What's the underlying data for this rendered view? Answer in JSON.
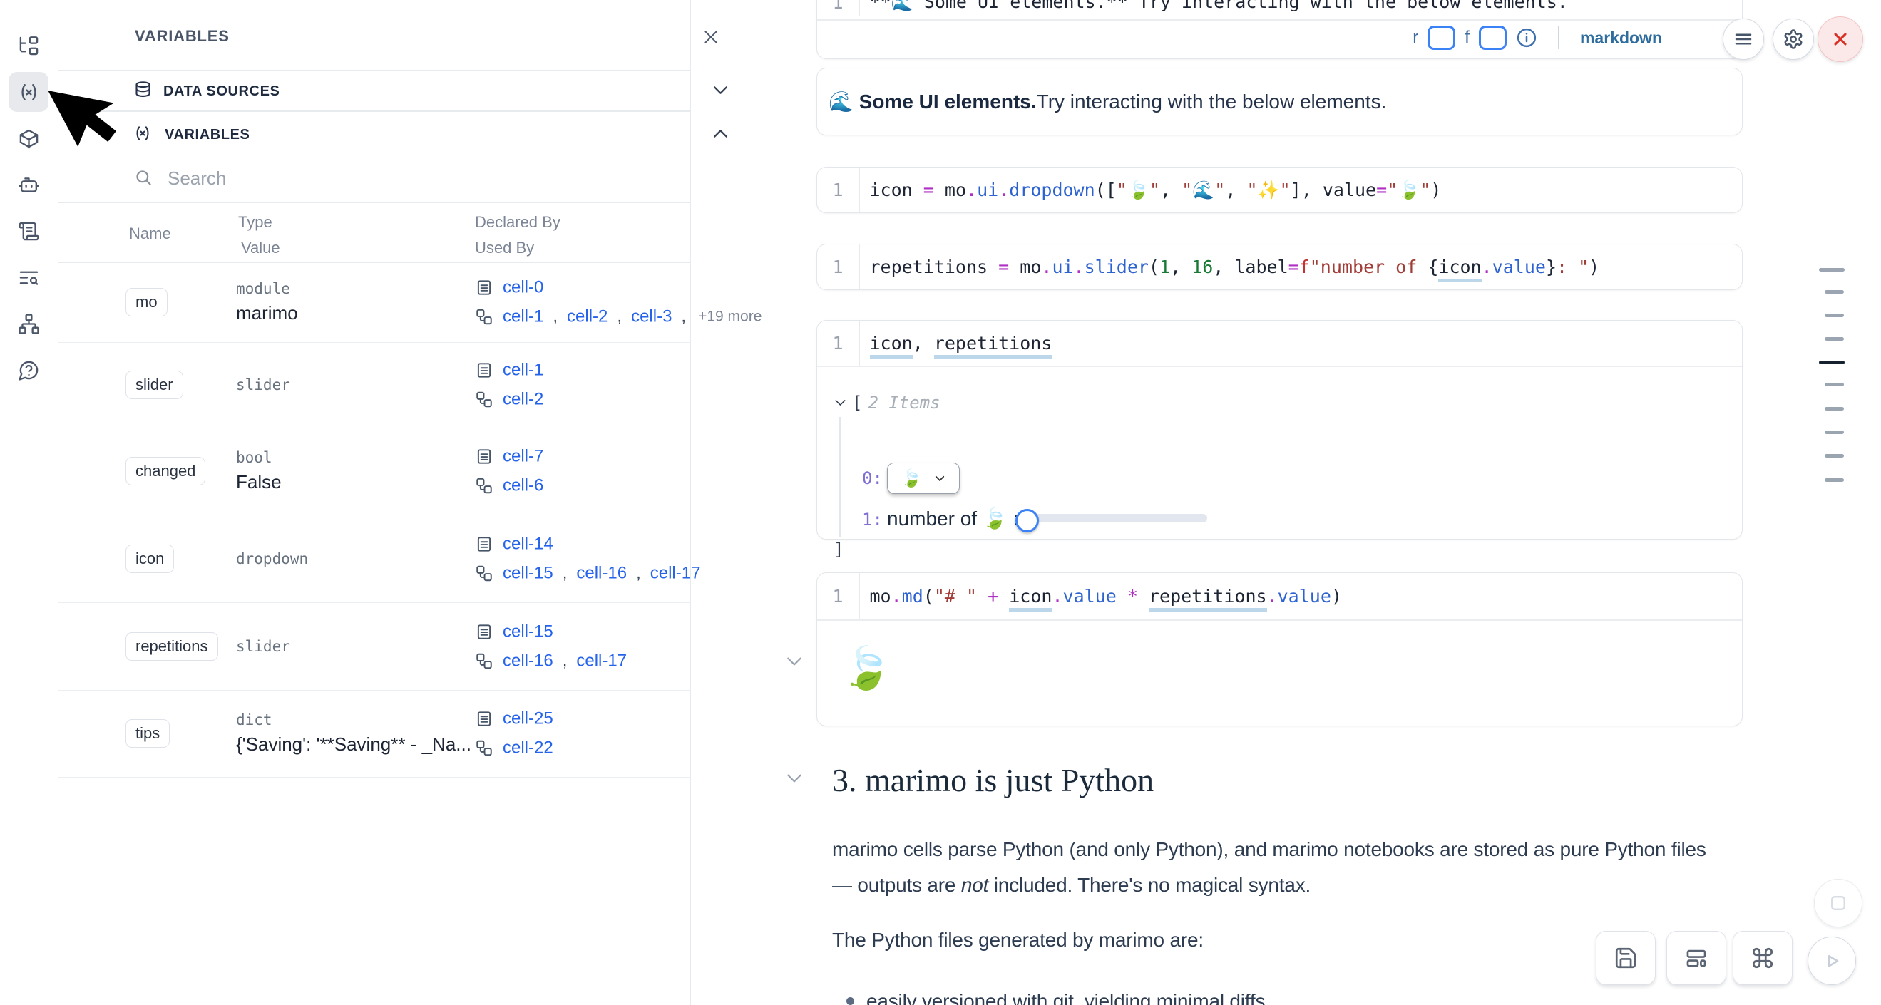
{
  "sidebar": {
    "items": [
      {
        "name": "file-explorer-icon"
      },
      {
        "name": "variables-icon",
        "active": true
      },
      {
        "name": "packages-icon"
      },
      {
        "name": "ai-assistant-icon"
      },
      {
        "name": "snippets-icon"
      },
      {
        "name": "outline-search-icon"
      },
      {
        "name": "dependency-graph-icon"
      },
      {
        "name": "help-icon"
      }
    ]
  },
  "panel": {
    "title": "VARIABLES",
    "sections": {
      "data_sources": "DATA SOURCES",
      "variables": "VARIABLES"
    },
    "search_placeholder": "Search",
    "table": {
      "col_name": "Name",
      "col_type": "Type",
      "col_value": "Value",
      "col_declared": "Declared By",
      "col_used": "Used By",
      "rows": [
        {
          "name": "mo",
          "type": "module",
          "value": "marimo",
          "declared": [
            "cell-0"
          ],
          "used": [
            "cell-1",
            "cell-2",
            "cell-3"
          ],
          "used_more": "+19 more"
        },
        {
          "name": "slider",
          "type": "slider",
          "value": "",
          "declared": [
            "cell-1"
          ],
          "used": [
            "cell-2"
          ],
          "used_more": ""
        },
        {
          "name": "changed",
          "type": "bool",
          "value": "False",
          "declared": [
            "cell-7"
          ],
          "used": [
            "cell-6"
          ],
          "used_more": ""
        },
        {
          "name": "icon",
          "type": "dropdown",
          "value": "",
          "declared": [
            "cell-14"
          ],
          "used": [
            "cell-15",
            "cell-16",
            "cell-17"
          ],
          "used_more": ""
        },
        {
          "name": "repetitions",
          "type": "slider",
          "value": "",
          "declared": [
            "cell-15"
          ],
          "used": [
            "cell-16",
            "cell-17"
          ],
          "used_more": ""
        },
        {
          "name": "tips",
          "type": "dict",
          "value": "{'Saving': '**Saving** - _Na...",
          "declared": [
            "cell-25"
          ],
          "used": [
            "cell-22"
          ],
          "used_more": ""
        }
      ]
    }
  },
  "notebook": {
    "top_cell": {
      "line_no": "1",
      "code": "**🌊 Some UI elements.** Try interacting with the below elements.",
      "config_r": "r",
      "config_f": "f",
      "language": "markdown"
    },
    "md_output": {
      "bold": "🌊 Some UI elements.",
      "rest": " Try interacting with the below elements."
    },
    "code_cells": [
      {
        "line_no": "1",
        "tokens": [
          [
            "icon",
            "d"
          ],
          [
            " ",
            "d"
          ],
          [
            "=",
            "o"
          ],
          [
            " ",
            "d"
          ],
          [
            "mo",
            "d"
          ],
          [
            ".",
            "o"
          ],
          [
            "ui",
            "p"
          ],
          [
            ".",
            "o"
          ],
          [
            "dropdown",
            "p"
          ],
          [
            "([",
            "d"
          ],
          [
            "\"🍃\"",
            "s"
          ],
          [
            ", ",
            "d"
          ],
          [
            "\"🌊\"",
            "s"
          ],
          [
            ", ",
            "d"
          ],
          [
            "\"✨\"",
            "s"
          ],
          [
            "], value",
            "d"
          ],
          [
            "=",
            "o"
          ],
          [
            "\"🍃\"",
            "s"
          ],
          [
            ")",
            "d"
          ]
        ]
      },
      {
        "line_no": "1",
        "tokens": [
          [
            "repetitions",
            "d"
          ],
          [
            " ",
            "d"
          ],
          [
            "=",
            "o"
          ],
          [
            " ",
            "d"
          ],
          [
            "mo",
            "d"
          ],
          [
            ".",
            "o"
          ],
          [
            "ui",
            "p"
          ],
          [
            ".",
            "o"
          ],
          [
            "slider",
            "p"
          ],
          [
            "(",
            "d"
          ],
          [
            "1",
            "n"
          ],
          [
            ", ",
            "d"
          ],
          [
            "16",
            "n"
          ],
          [
            ", label",
            "d"
          ],
          [
            "=",
            "o"
          ],
          [
            "f",
            "r"
          ],
          [
            "\"number of ",
            "s"
          ],
          [
            "{",
            "d"
          ],
          [
            "icon",
            "du"
          ],
          [
            ".",
            "o"
          ],
          [
            "value",
            "p"
          ],
          [
            "}",
            "d"
          ],
          [
            ": \"",
            "s"
          ],
          [
            ")",
            "d"
          ]
        ]
      },
      {
        "line_no": "1",
        "tokens": [
          [
            "icon",
            "du"
          ],
          [
            ", ",
            "d"
          ],
          [
            "repetitions",
            "du"
          ]
        ]
      },
      {
        "line_no": "1",
        "tokens": [
          [
            "mo",
            "d"
          ],
          [
            ".",
            "o"
          ],
          [
            "md",
            "p"
          ],
          [
            "(",
            "d"
          ],
          [
            "\"# \"",
            "s"
          ],
          [
            " ",
            "d"
          ],
          [
            "+",
            "o"
          ],
          [
            " ",
            "d"
          ],
          [
            "icon",
            "du"
          ],
          [
            ".",
            "o"
          ],
          [
            "value",
            "p"
          ],
          [
            " ",
            "d"
          ],
          [
            "*",
            "o"
          ],
          [
            " ",
            "d"
          ],
          [
            "repetitions",
            "du"
          ],
          [
            ".",
            "o"
          ],
          [
            "value",
            "p"
          ],
          [
            ")",
            "d"
          ]
        ]
      }
    ],
    "array_output": {
      "bracket_open": "[",
      "items_label": "2 Items",
      "index0": "0:",
      "dropdown_value": "🍃",
      "index1": "1:",
      "slider_label": "number of 🍃 :",
      "bracket_close": "]"
    },
    "md_result": "🍃",
    "section": {
      "heading": "3. marimo is just Python",
      "para1_line1": "marimo cells parse Python (and only Python), and marimo notebooks are stored as pure Python files",
      "para1_line2_pre": "— outputs are ",
      "para1_line2_italic": "not",
      "para1_line2_post": " included. There's no magical syntax.",
      "para2": "The Python files generated by marimo are:",
      "bullet1": "easily versioned with git, yielding minimal diffs"
    }
  },
  "minimap": {
    "marks": [
      {
        "wide": true,
        "active": false
      },
      {
        "wide": false,
        "active": false
      },
      {
        "wide": false,
        "active": false
      },
      {
        "wide": false,
        "active": false
      },
      {
        "wide": true,
        "active": true
      },
      {
        "wide": false,
        "active": false
      },
      {
        "wide": false,
        "active": false
      },
      {
        "wide": false,
        "active": false
      },
      {
        "wide": false,
        "active": false
      },
      {
        "wide": false,
        "active": false
      }
    ]
  },
  "colors": {
    "accent_blue": "#3b82f6",
    "link_blue": "#2563eb",
    "shutdown_red": "#d93025",
    "code_operator": "#b02fc4",
    "code_property": "#2d63d0",
    "code_string": "#a23c36",
    "code_number": "#187a34"
  }
}
